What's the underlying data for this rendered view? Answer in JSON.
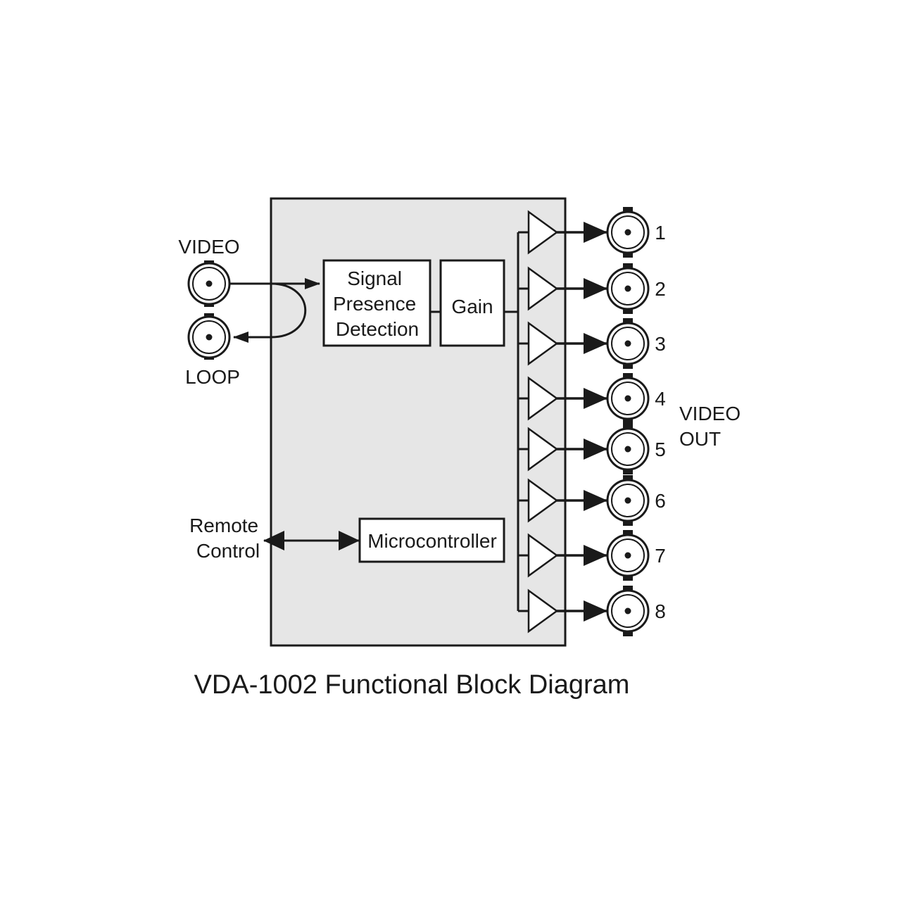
{
  "title": "VDA-1002 Functional Block Diagram",
  "inputs": {
    "video_label": "VIDEO",
    "loop_label": "LOOP"
  },
  "blocks": {
    "signal_presence": [
      "Signal",
      "Presence",
      "Detection"
    ],
    "gain": "Gain",
    "microcontroller": "Microcontroller"
  },
  "remote_control": [
    "Remote",
    "Control"
  ],
  "video_out": [
    "VIDEO",
    "OUT"
  ],
  "outputs": [
    "1",
    "2",
    "3",
    "4",
    "5",
    "6",
    "7",
    "8"
  ],
  "colors": {
    "panel_fill": "#e6e6e6",
    "line": "#1a1a1a",
    "background": "#ffffff"
  }
}
